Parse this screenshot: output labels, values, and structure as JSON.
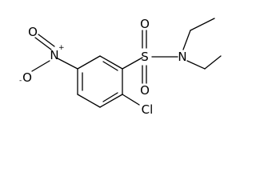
{
  "molecule": {
    "atoms": {
      "sulfur": "S",
      "nitrogen_amine": "N",
      "oxygen_sulfonyl_top": "O",
      "oxygen_sulfonyl_bottom": "O",
      "nitrogen_nitro": "N",
      "nitrogen_nitro_charge": "+",
      "oxygen_nitro_top": "O",
      "oxygen_nitro_anion": "O",
      "oxygen_nitro_charge": "-",
      "chlorine": "Cl"
    }
  }
}
